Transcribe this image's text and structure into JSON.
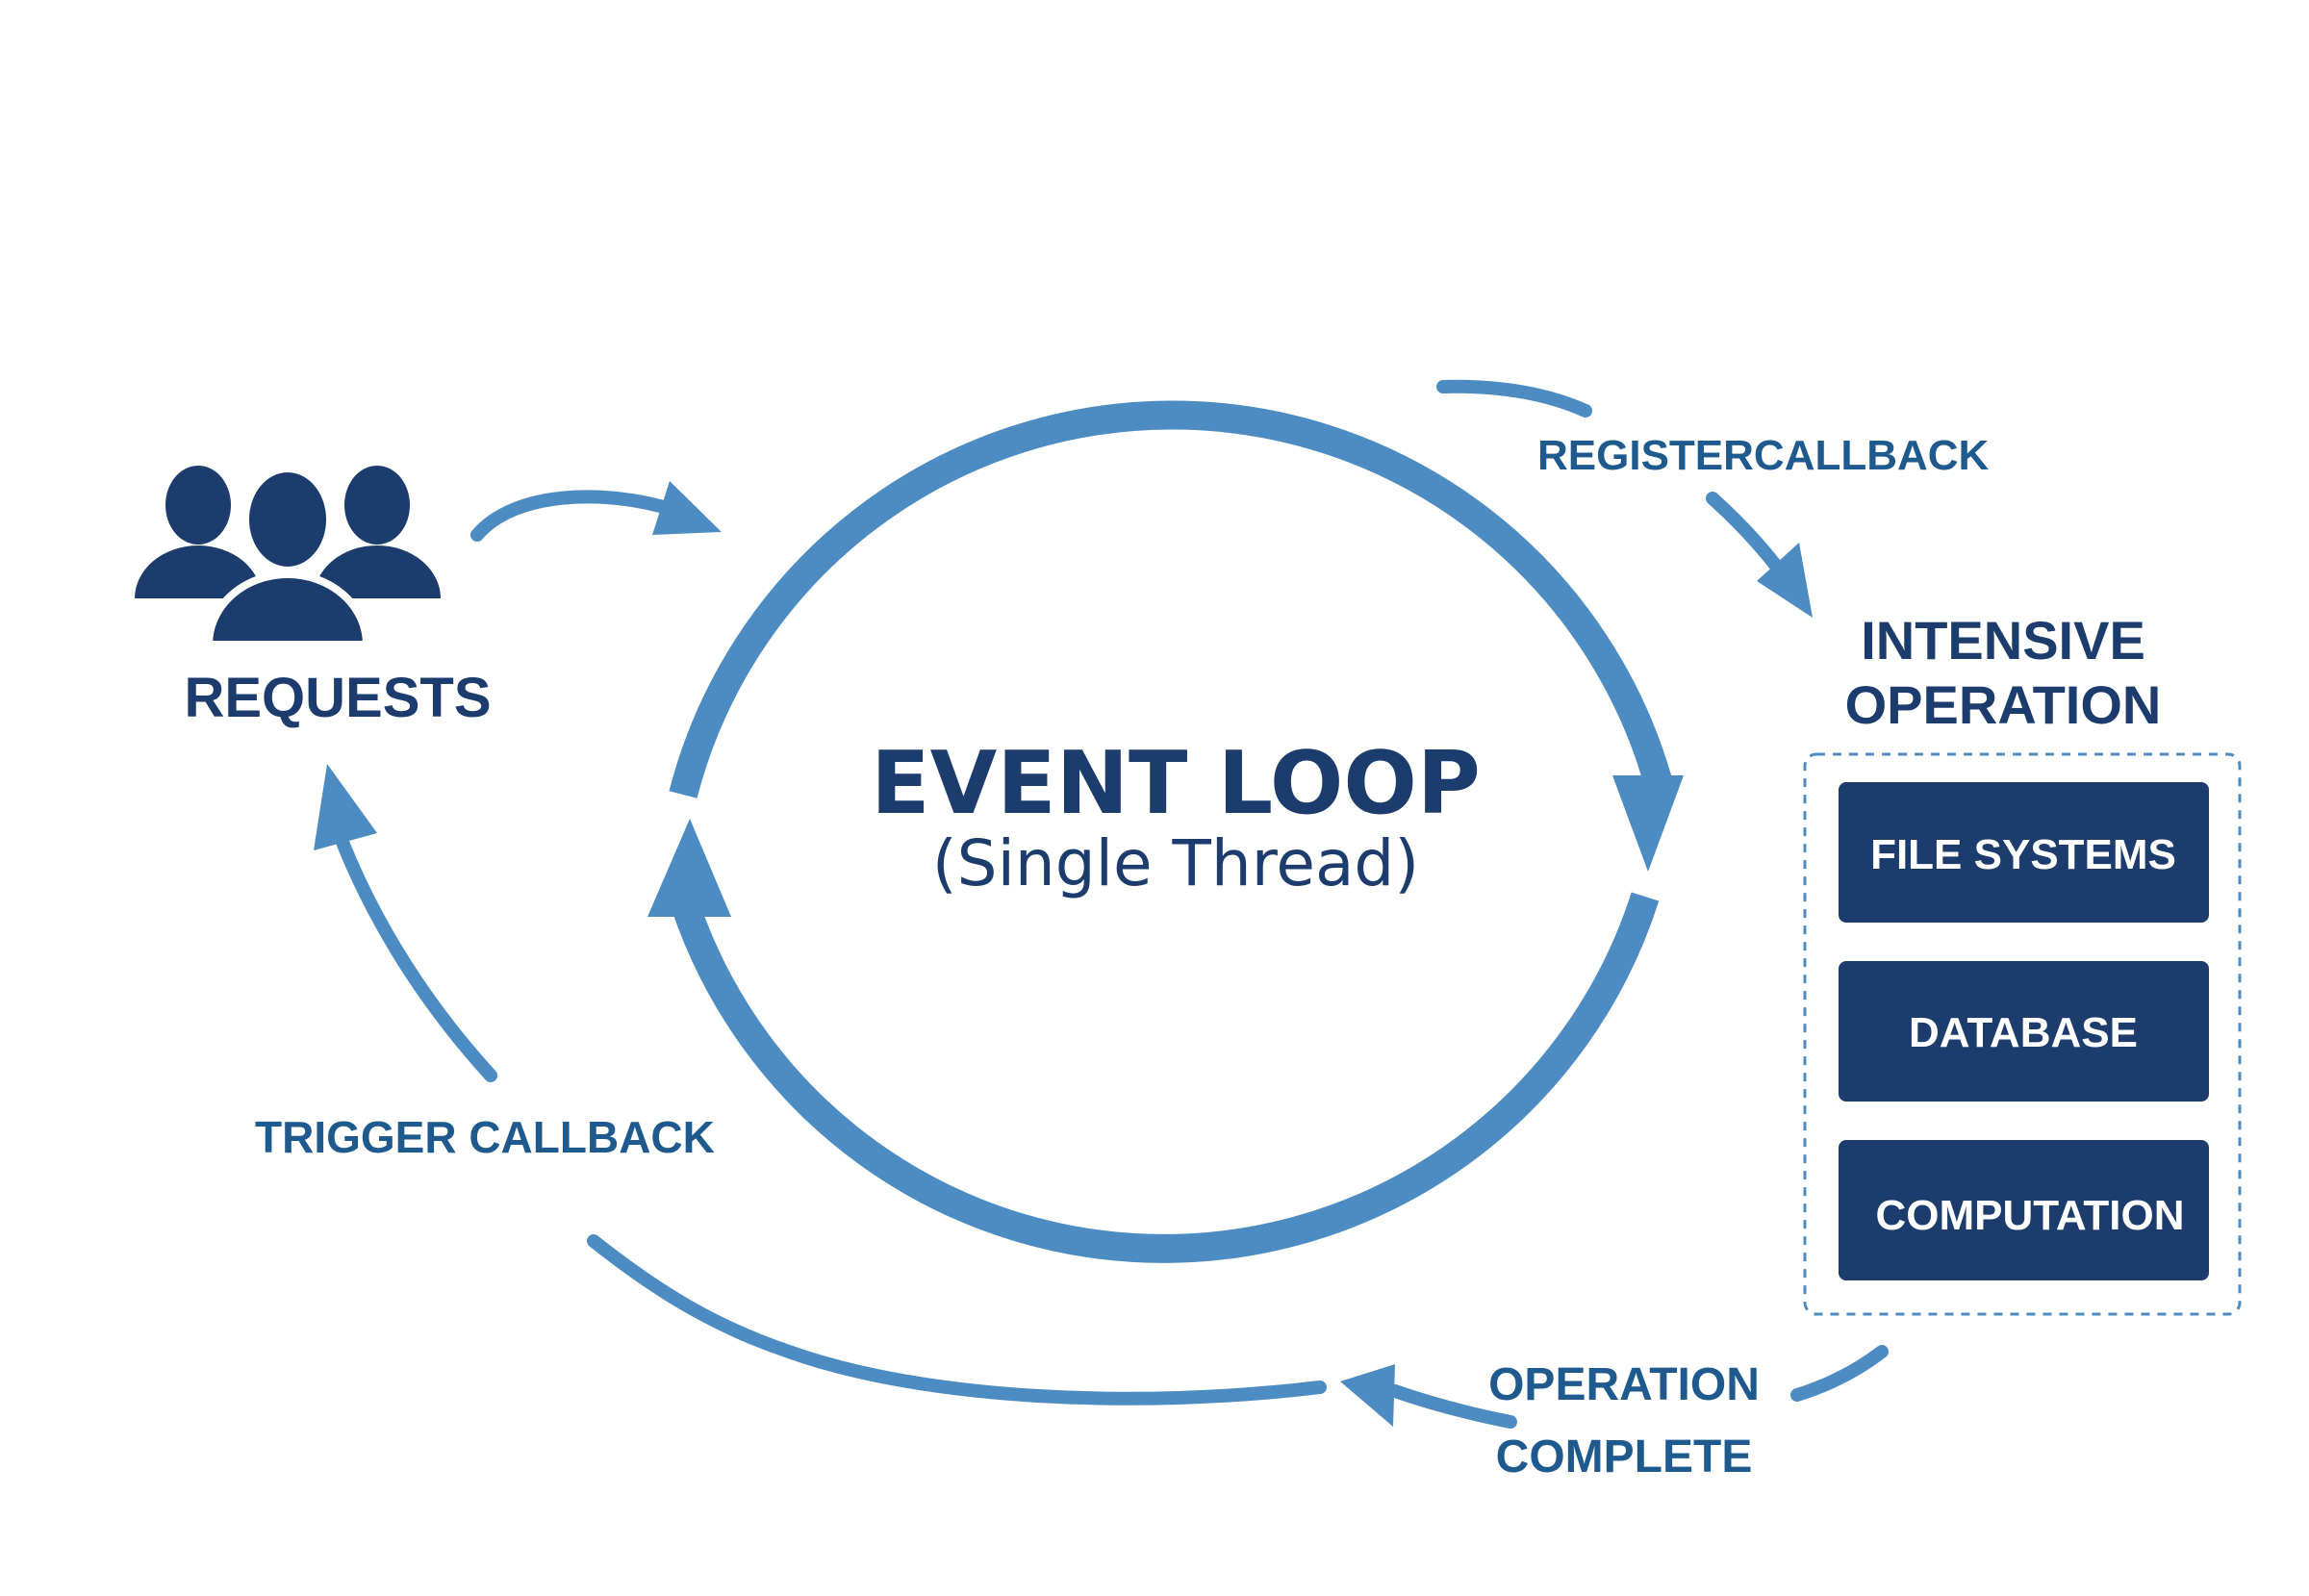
{
  "colors": {
    "dark_navy": "#1c3c6e",
    "arrow_blue": "#4d8cc2",
    "label_blue": "#1f5a8f",
    "box_text": "#ffffff",
    "background": "#ffffff"
  },
  "center": {
    "title": "EVENT LOOP",
    "subtitle": "(Single Thread)"
  },
  "requests": {
    "icon": "users-icon",
    "label": "REQUESTS"
  },
  "flow_labels": {
    "register_callback": "REGISTERCALLBACK",
    "trigger_callback": "TRIGGER CALLBACK",
    "operation_complete_line1": "OPERATION",
    "operation_complete_line2": "COMPLETE"
  },
  "intensive_operation": {
    "title_line1": "INTENSIVE",
    "title_line2": "OPERATION",
    "boxes": [
      "FILE SYSTEMS",
      "DATABASE",
      "COMPUTATION"
    ]
  }
}
